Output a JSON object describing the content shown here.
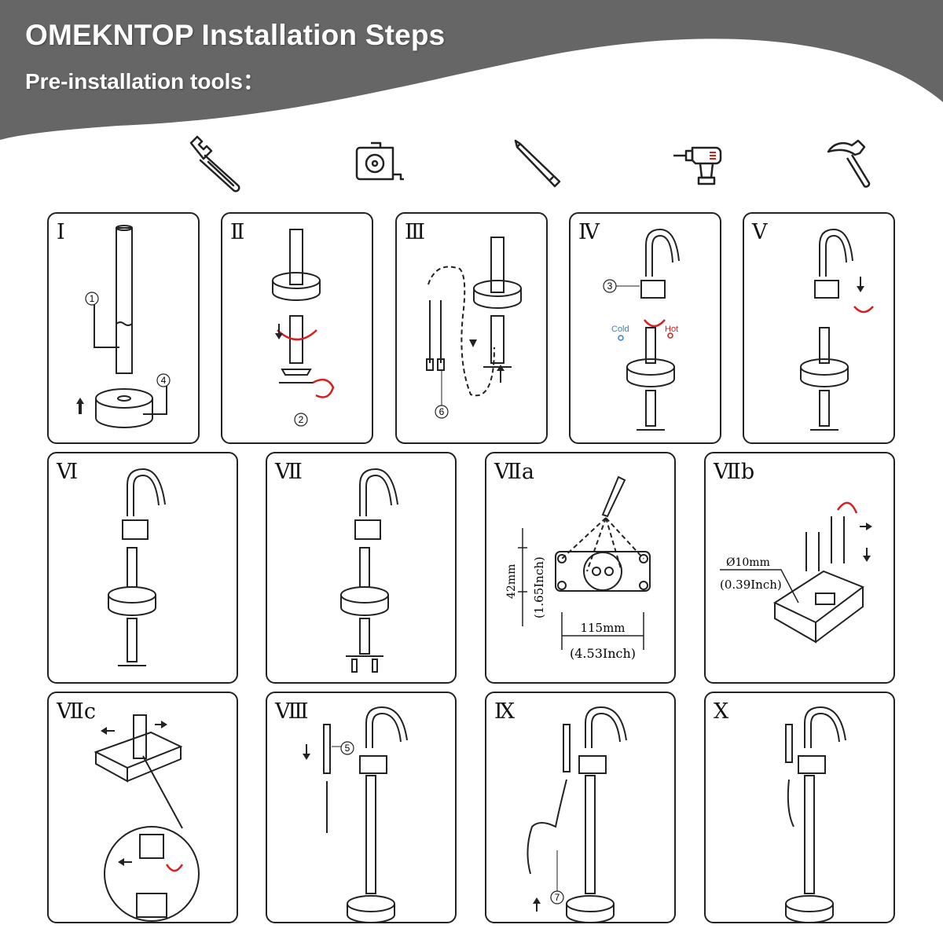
{
  "header": {
    "title": "OMEKNTOP Installation Steps",
    "subtitle": "Pre-installation tools：",
    "background_color": "#666666"
  },
  "tools": [
    {
      "name": "wrench-icon"
    },
    {
      "name": "tape-measure-icon"
    },
    {
      "name": "pencil-icon"
    },
    {
      "name": "drill-icon"
    },
    {
      "name": "hammer-icon"
    }
  ],
  "steps": [
    {
      "label": "Ⅰ",
      "callouts": [
        "1",
        "4"
      ]
    },
    {
      "label": "Ⅱ",
      "callouts": [
        "2"
      ]
    },
    {
      "label": "Ⅲ",
      "callouts": [
        "6"
      ]
    },
    {
      "label": "Ⅳ",
      "callouts": [
        "3"
      ],
      "cold_label": "Cold",
      "hot_label": "Hot"
    },
    {
      "label": "Ⅴ"
    },
    {
      "label": "Ⅵ"
    },
    {
      "label": "Ⅶ"
    },
    {
      "label": "Ⅶa",
      "dim_height_mm": "42mm",
      "dim_height_in": "(1.65Inch)",
      "dim_width_mm": "115mm",
      "dim_width_in": "(4.53Inch)"
    },
    {
      "label": "Ⅶb",
      "drill_mm": "Ø10mm",
      "drill_in": "(0.39Inch)"
    },
    {
      "label": "Ⅶc"
    },
    {
      "label": "Ⅷ",
      "callouts": [
        "5"
      ]
    },
    {
      "label": "Ⅸ",
      "callouts": [
        "7"
      ]
    },
    {
      "label": "X"
    }
  ],
  "colors": {
    "cold": "#3a7fc4",
    "hot": "#d62020",
    "arrow_red": "#d62020",
    "line": "#222222"
  }
}
